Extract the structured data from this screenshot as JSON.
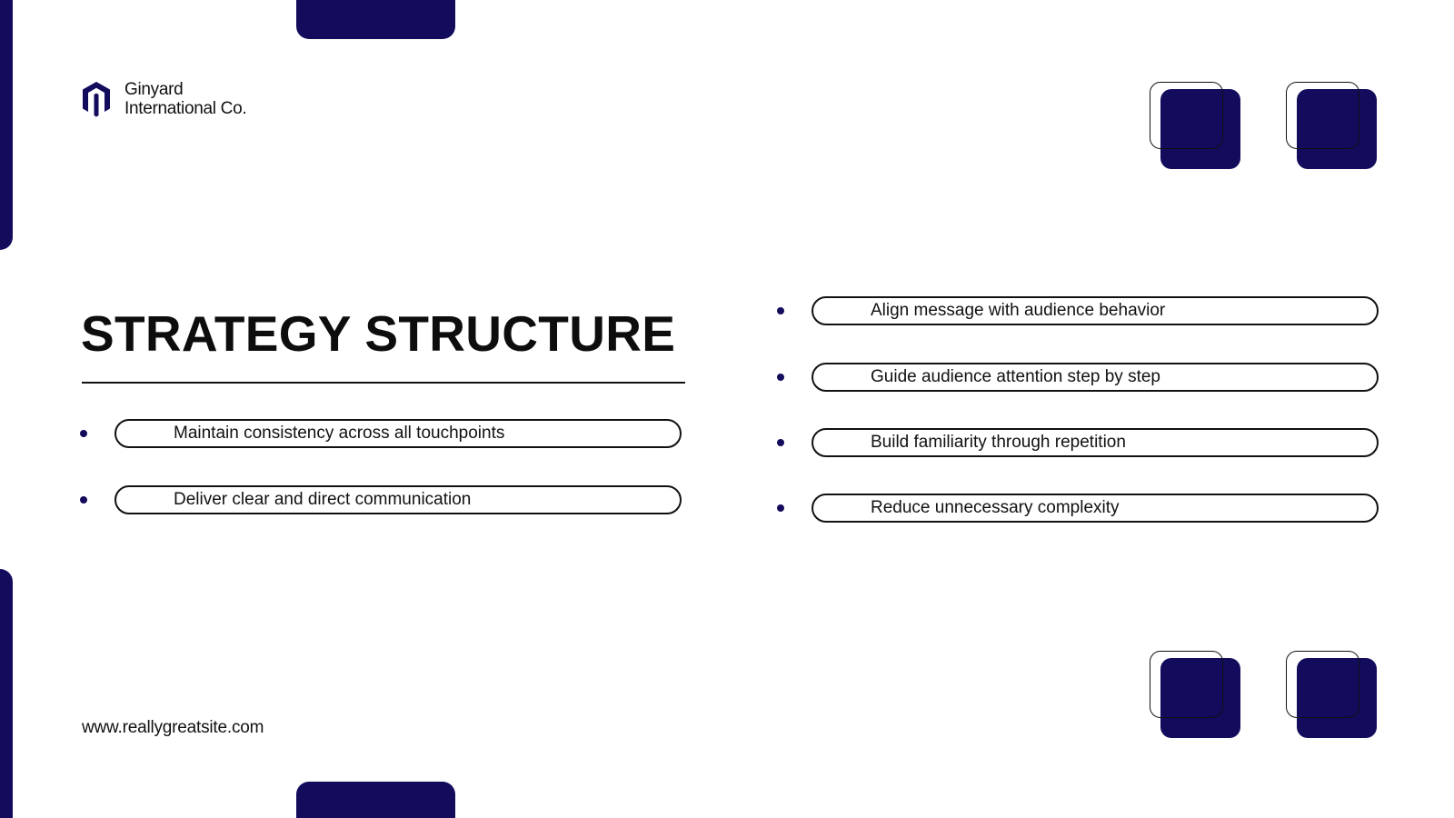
{
  "brand": {
    "company_line1": "Ginyard",
    "company_line2": "International Co.",
    "logo_icon": "hexagon-m-logo-icon",
    "accent_color": "#130b5c"
  },
  "slide": {
    "title": "STRATEGY STRUCTURE",
    "website": "www.reallygreatsite.com"
  },
  "left_items": [
    {
      "label": "Maintain consistency across all touchpoints"
    },
    {
      "label": "Deliver clear and direct communication"
    }
  ],
  "right_items": [
    {
      "label": "Align message with audience behavior"
    },
    {
      "label": "Guide audience attention step by step"
    },
    {
      "label": "Build familiarity through repetition"
    },
    {
      "label": "Reduce unnecessary complexity"
    }
  ]
}
